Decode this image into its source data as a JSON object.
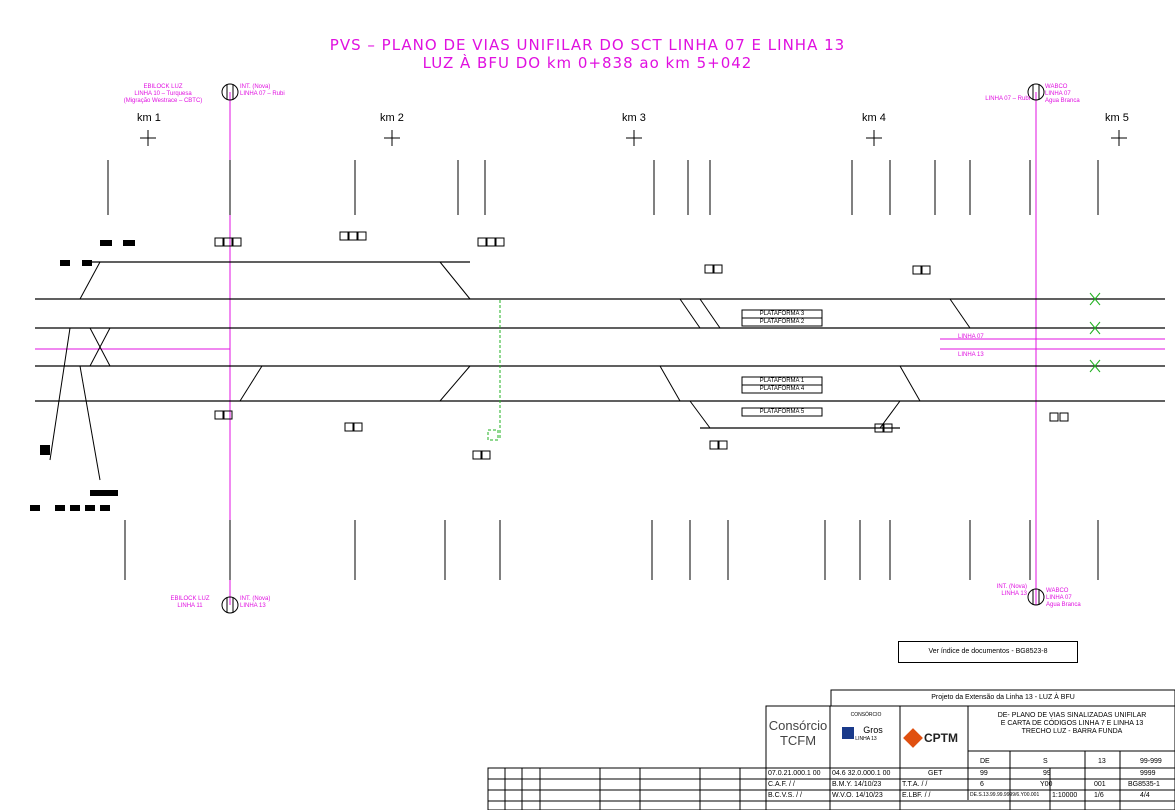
{
  "title": {
    "line1": "PVS – PLANO DE VIAS UNIFILAR DO SCT LINHA 07 E LINHA 13",
    "line2": "LUZ À BFU DO km 0+838 ao km 5+042"
  },
  "km_markers": [
    "km 1",
    "km 2",
    "km 3",
    "km 4",
    "km 5"
  ],
  "top_labels": {
    "ebilock_luz": "EBILOCK LUZ\nLINHA 10 – Turquesa\n(Migração Westrace – CBTC)",
    "int_nova_top": "INT. (Nova)\nLINHA 07 – Rubi",
    "linha07_rubi": "LINHA 07 – Rubi",
    "wabco_top": "WABCO\nLINHA 07\nAgua Branca"
  },
  "bottom_labels": {
    "ebilock_luz": "EBILOCK LUZ\nLINHA 11",
    "int_nova_left": "INT. (Nova)\nLINHA 13",
    "int_nova_right": "INT. (Nova)\nLINHA 13",
    "wabco_bottom": "WABCO\nLINHA 07\nAgua Branca"
  },
  "track_labels": {
    "linha07": "LINHA 07",
    "linha13": "LINHA 13"
  },
  "platforms": [
    "PLATAFORMA 3",
    "PLATAFORMA 2",
    "PLATAFORMA 1",
    "PLATAFORMA 4",
    "PLATAFORMA 5"
  ],
  "doc_index_note": "Ver índice de documentos - BG8523-8",
  "title_block": {
    "project": "Projeto da Extensão da Linha 13 - LUZ À BFU",
    "consortium_line1": "Consórcio",
    "consortium_line2": "TCFM",
    "logo_consorcio": "CONSÓRCIO",
    "logo_gros": "Gros",
    "logo_linha": "LINHA 13",
    "logo_cptm": "CPTM",
    "description": "DE- PLANO DE VIAS SINALIZADAS UNIFILAR\nE CARTA DE CÓDIGOS LINHA 7 E LINHA 13\nTRECHO LUZ - BARRA FUNDA",
    "grid": [
      [
        "07.0.21.000.1 00",
        "04.6 32.0.000.1 00",
        "GET",
        "DE",
        "S",
        "13",
        "99-999"
      ],
      [
        "C.A.F. / /",
        "B.M.Y. 14/10/23",
        "T.T.A. / /",
        "99",
        "99",
        "",
        "9999"
      ],
      [
        "B.C.V.S. / /",
        "W.V.O. 14/10/23",
        "E.LBF. / /",
        "6",
        "Y00",
        "001",
        "BG8535-1"
      ],
      [
        "",
        "",
        "",
        "DE.S.13.99.99.9999/6.Y00.001",
        "1:10000",
        "1/6",
        "4/4"
      ]
    ]
  }
}
